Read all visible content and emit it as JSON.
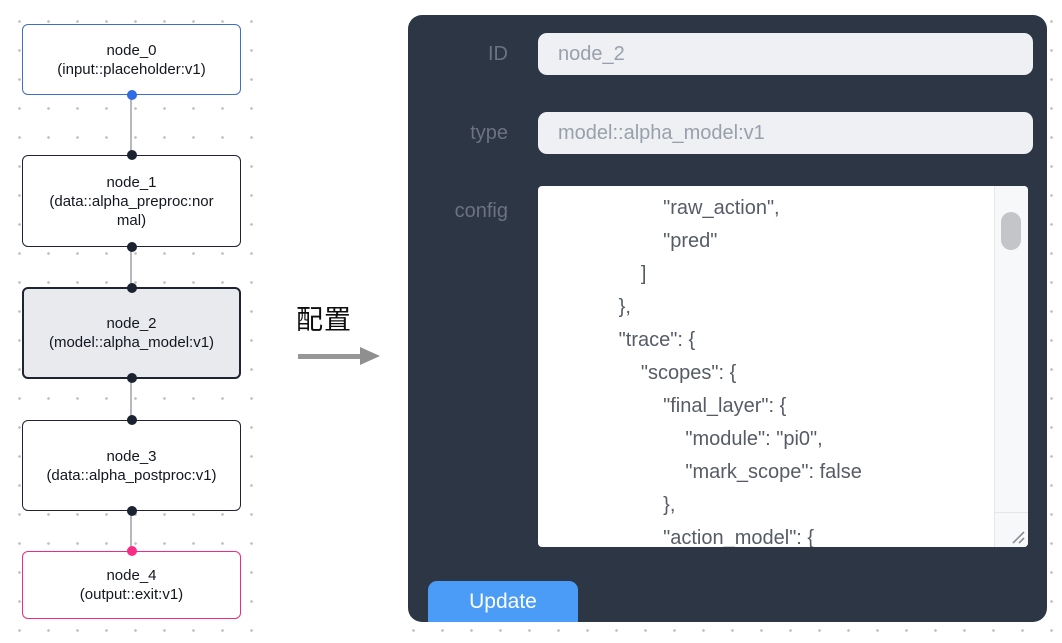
{
  "canvas": {
    "nodes": [
      {
        "id": "node_0",
        "type_label": "(input::placeholder:v1)",
        "accent": "#3f6ec6",
        "selected": false
      },
      {
        "id": "node_1",
        "type_label": "(data::alpha_preproc:normal)",
        "accent": "#1e2433",
        "selected": false
      },
      {
        "id": "node_2",
        "type_label": "(model::alpha_model:v1)",
        "accent": "#1e2433",
        "selected": true
      },
      {
        "id": "node_3",
        "type_label": "(data::alpha_postproc:v1)",
        "accent": "#1e2433",
        "selected": false
      },
      {
        "id": "node_4",
        "type_label": "(output::exit:v1)",
        "accent": "#ee2b7c",
        "selected": false
      }
    ]
  },
  "transition": {
    "label": "配置"
  },
  "inspector": {
    "id_field": {
      "label": "ID",
      "value": "node_2"
    },
    "type_field": {
      "label": "type",
      "value": "model::alpha_model:v1"
    },
    "config_field": {
      "label": "config",
      "visible_lines": [
        "                    \"raw_action\",",
        "                    \"pred\"",
        "                ]",
        "            },",
        "            \"trace\": {",
        "                \"scopes\": {",
        "                    \"final_layer\": {",
        "                        \"module\": \"pi0\",",
        "                        \"mark_scope\": false",
        "                    },",
        "                    \"action_model\": {"
      ]
    },
    "update_label": "Update"
  },
  "colors": {
    "panel_bg": "#2d3645",
    "input_bg": "#eef0f4",
    "button_blue": "#4a9cf6",
    "node_blue": "#3f6ec6",
    "node_pink": "#ee2b7c",
    "selected_node_bg": "#e9eaed"
  }
}
